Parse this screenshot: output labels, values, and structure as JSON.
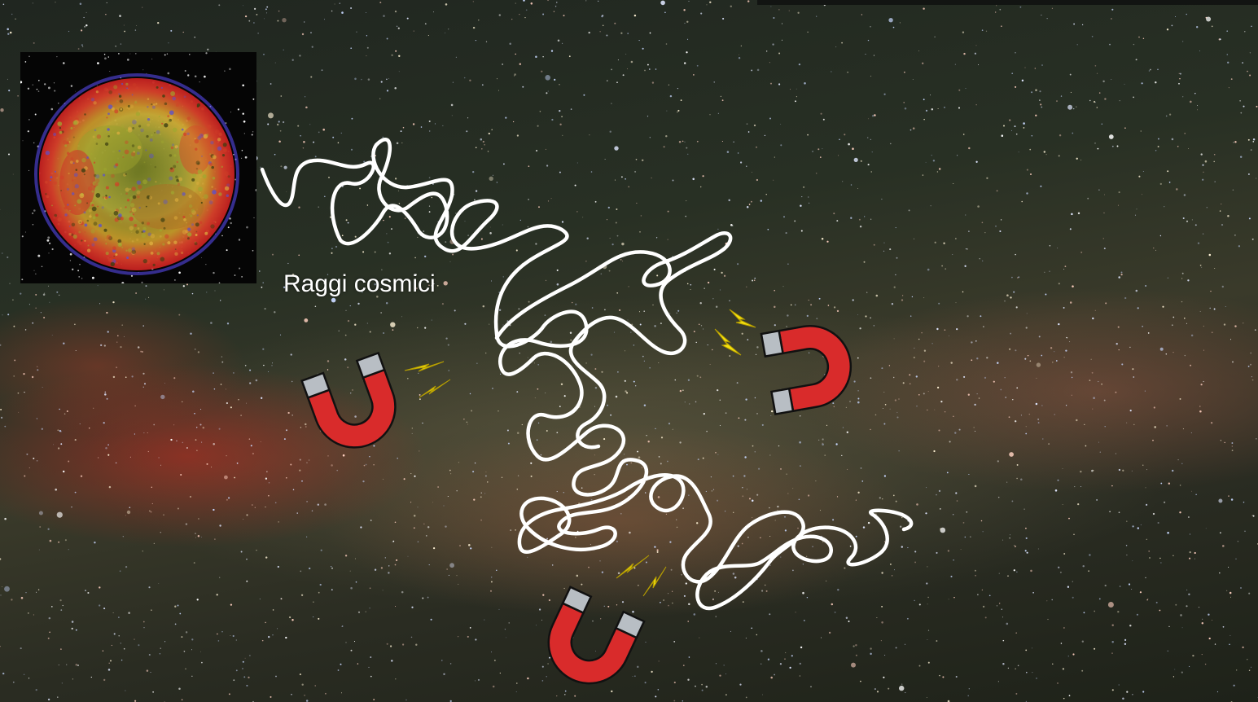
{
  "caption": "Raggi cosmici",
  "images": {
    "background": "milky-way-starfield",
    "inset": "supernova-remnant"
  },
  "icons": [
    "magnet-icon",
    "magnet-icon",
    "magnet-icon",
    "lightning-bolt-icon"
  ],
  "colors": {
    "magnet_red": "#d92b2b",
    "magnet_tip": "#b8bec4",
    "spark": "#f4e10f",
    "trajectory": "#ffffff"
  }
}
